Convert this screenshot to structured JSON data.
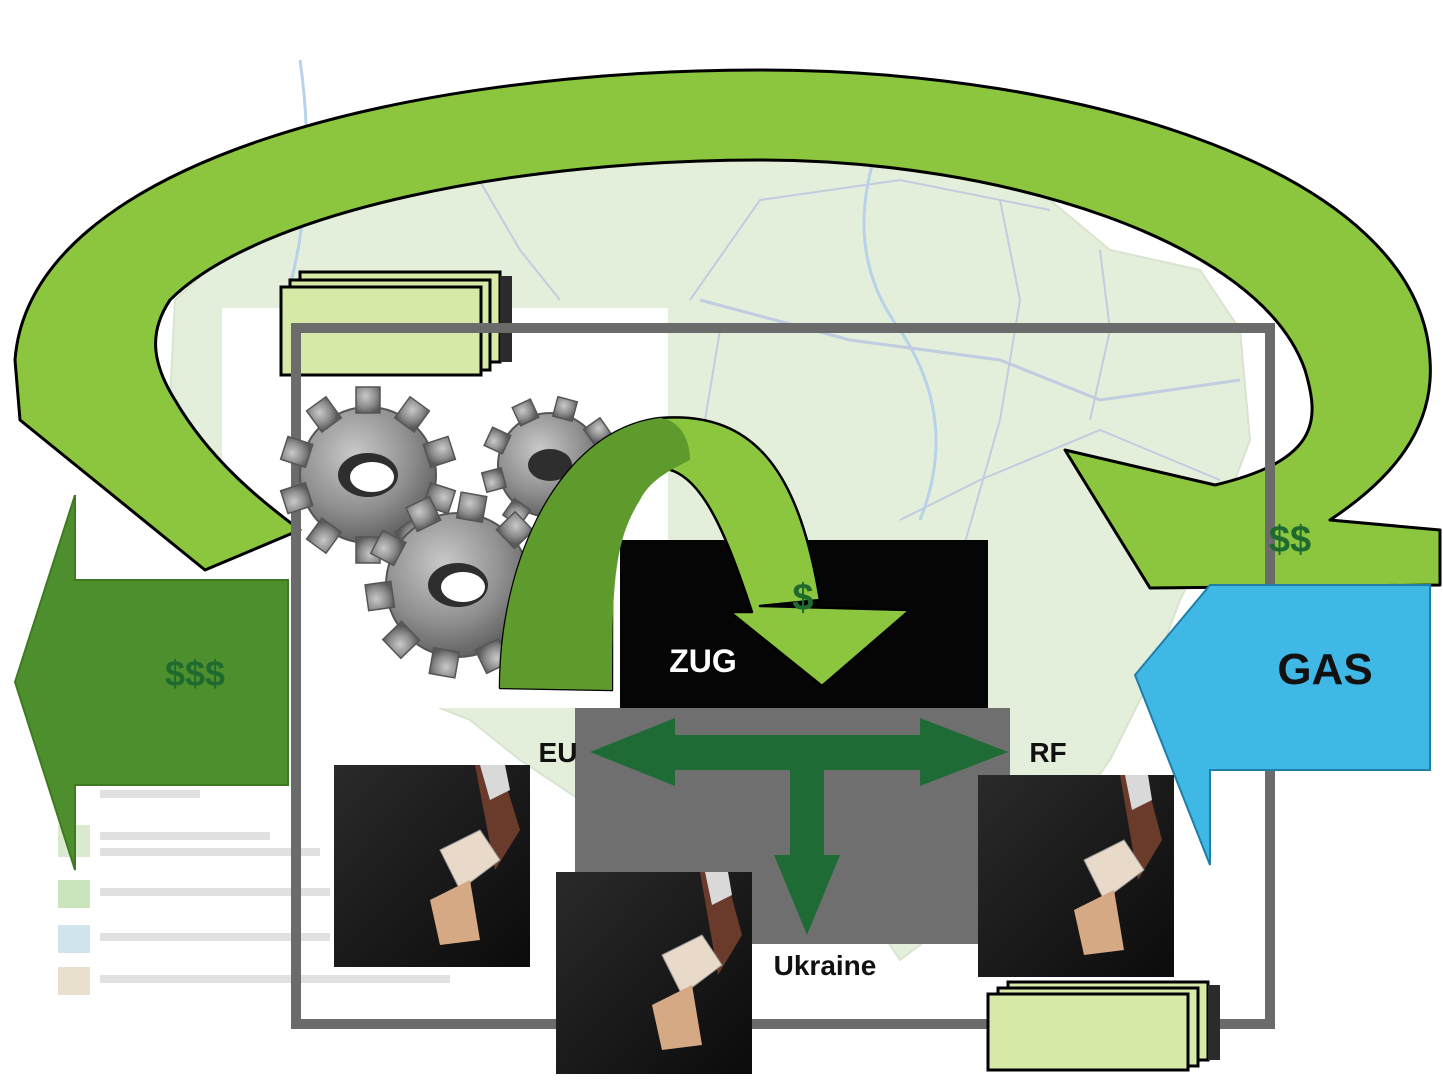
{
  "labels": {
    "money_large": "$$$",
    "money_medium": "$$",
    "money_small": "$",
    "gas": "GAS",
    "zug": "ZUG",
    "eu": "EU",
    "rf": "RF",
    "ukraine": "Ukraine"
  },
  "colors": {
    "light_green": "#8cc63f",
    "mid_green": "#5e9a2c",
    "dark_green": "#1e6b36",
    "gas_blue": "#3fb8e6",
    "zug_black": "#050505",
    "hub_grey": "#6f6f6f",
    "frame_grey": "#6b6b6b",
    "doc_green": "#d7e9a6",
    "money_text_green": "#1f6b2f"
  }
}
